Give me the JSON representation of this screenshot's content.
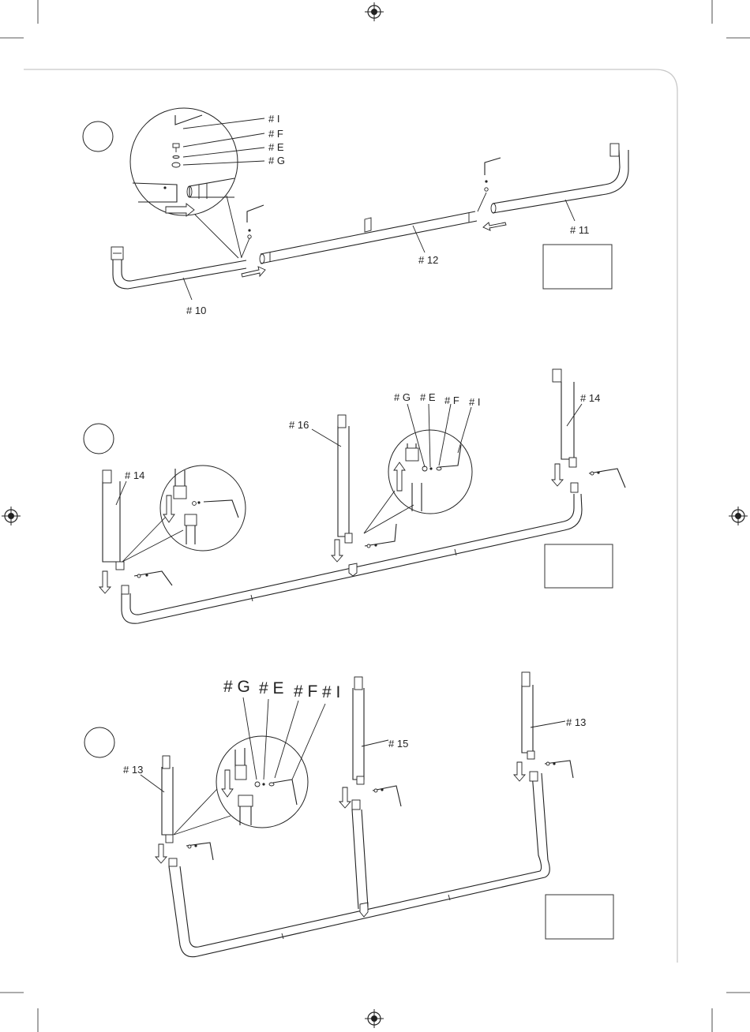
{
  "step1": {
    "labels": {
      "i": "# I",
      "f": "# F",
      "e": "# E",
      "g": "# G",
      "p10": "# 10",
      "p12": "# 12",
      "p11": "# 11"
    }
  },
  "step2": {
    "labels": {
      "g": "# G",
      "e": "# E",
      "f": "# F",
      "i": "# I",
      "p16": "# 16",
      "p14_left": "# 14",
      "p14_right": "# 14"
    }
  },
  "step3": {
    "labels": {
      "g": "# G",
      "e": "# E",
      "f": "# F",
      "i": "# I",
      "p15": "# 15",
      "p13_left": "# 13",
      "p13_right": "# 13"
    }
  },
  "icons": [
    "registration-mark-icon",
    "arrow-icon",
    "allen-key-icon",
    "bolt-icon"
  ]
}
